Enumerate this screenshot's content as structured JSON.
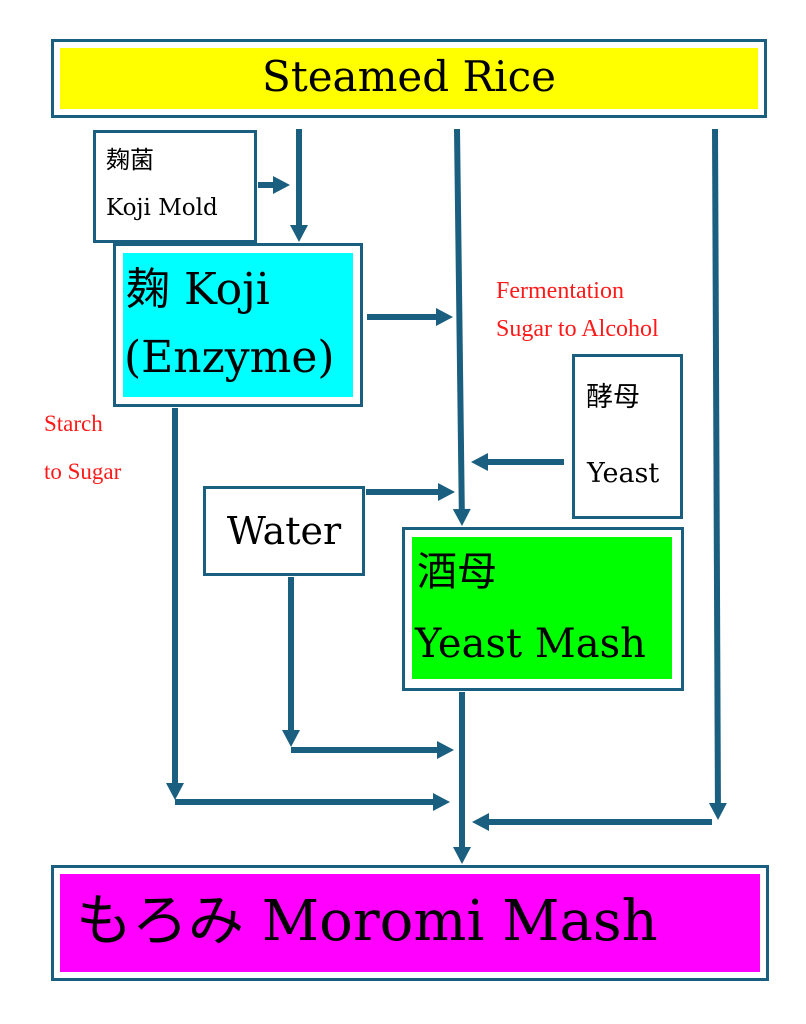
{
  "diagram": {
    "title": "Sake brewing process flow",
    "colors": {
      "line": "#1a5e80",
      "steamed_rice_fill": "#ffff00",
      "koji_fill": "#00ffff",
      "yeast_mash_fill": "#00ff00",
      "moromi_fill": "#ff00ff",
      "annotation": "#ff1a1a"
    },
    "nodes": {
      "steamed_rice": {
        "label": "Steamed Rice"
      },
      "koji_mold": {
        "label_jp": "麹菌",
        "label_en": "Koji Mold"
      },
      "koji": {
        "label_line1": "麹 Koji",
        "label_line2": "(Enzyme)"
      },
      "yeast": {
        "label_jp": "酵母",
        "label_en": "Yeast"
      },
      "water": {
        "label": "Water"
      },
      "yeast_mash": {
        "label_jp": "酒母",
        "label_en": "Yeast Mash"
      },
      "moromi": {
        "label": "もろみ Moromi Mash"
      }
    },
    "annotations": {
      "fermentation_line1": "Fermentation",
      "fermentation_line2": "Sugar to Alcohol",
      "starch_line1": "Starch",
      "starch_line2": "to Sugar"
    },
    "edges": [
      {
        "from": "steamed_rice",
        "to": "koji"
      },
      {
        "from": "koji_mold",
        "to": "koji"
      },
      {
        "from": "steamed_rice",
        "to": "yeast_mash"
      },
      {
        "from": "koji",
        "to": "yeast_mash"
      },
      {
        "from": "yeast",
        "to": "yeast_mash"
      },
      {
        "from": "water",
        "to": "yeast_mash"
      },
      {
        "from": "water",
        "to": "moromi"
      },
      {
        "from": "koji",
        "to": "moromi"
      },
      {
        "from": "yeast_mash",
        "to": "moromi"
      },
      {
        "from": "steamed_rice",
        "to": "moromi"
      }
    ]
  }
}
